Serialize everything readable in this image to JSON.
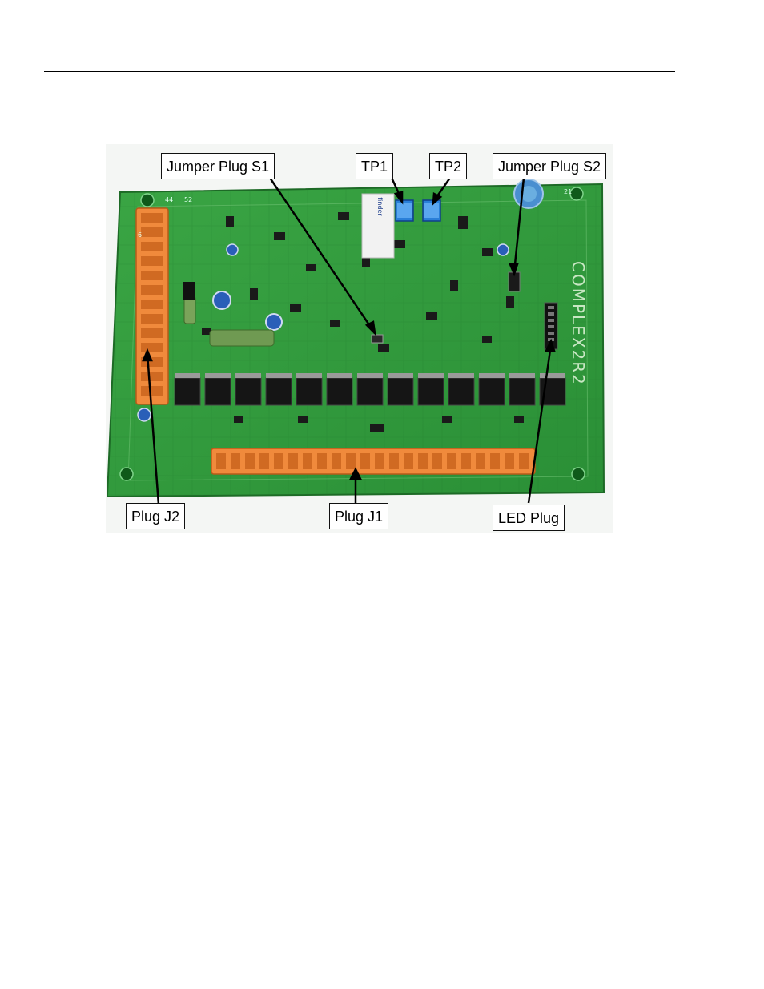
{
  "figure": {
    "board_silkscreen": "COMPLEX2R2",
    "relay_brand": "finder",
    "corner_marks": [
      "6",
      "44",
      "52",
      "21"
    ],
    "callouts": {
      "jumper_s1": "Jumper Plug S1",
      "tp1": "TP1",
      "tp2": "TP2",
      "jumper_s2": "Jumper Plug S2",
      "plug_j2": "Plug J2",
      "plug_j1": "Plug J1",
      "led_plug": "LED Plug"
    }
  },
  "colors": {
    "pcb_green": "#2f9a3a",
    "pcb_dark": "#1f7a2c",
    "terminal_orange": "#f08a3c",
    "mosfet_black": "#151515",
    "label_border": "#111111"
  }
}
